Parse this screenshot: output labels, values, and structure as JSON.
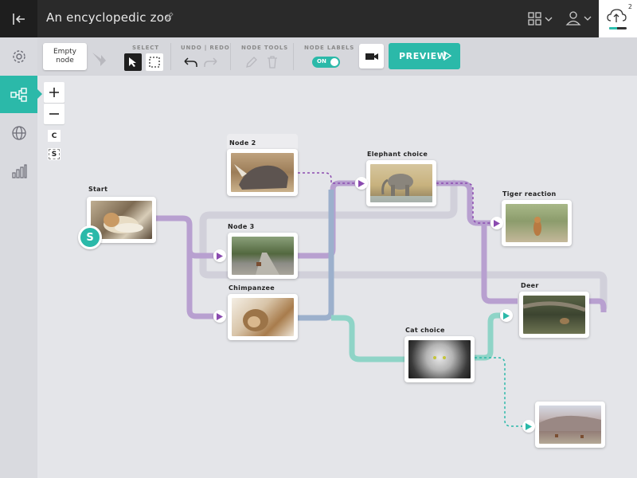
{
  "app": {
    "title": "An encyclopedic zoo",
    "upload_count": "2",
    "upload_progress": 0.45
  },
  "toolbar": {
    "empty_node_label": "Empty node",
    "select_label": "SELECT",
    "undo_redo_label": "UNDO | REDO",
    "node_tools_label": "NODE TOOLS",
    "node_labels_label": "NODE LABELS",
    "node_labels_toggle": "ON",
    "preview_label": "PREVIEW"
  },
  "zoom": {
    "reset_label": "C",
    "scale_label": "S"
  },
  "nodes": {
    "start": {
      "label": "Start",
      "badge": "S"
    },
    "node2": {
      "label": "Node 2"
    },
    "node3": {
      "label": "Node 3"
    },
    "chimpanzee": {
      "label": "Chimpanzee"
    },
    "elephant": {
      "label": "Elephant choice"
    },
    "tiger": {
      "label": "Tiger reaction"
    },
    "deer": {
      "label": "Deer"
    },
    "cat": {
      "label": "Cat choice"
    }
  },
  "colors": {
    "accent": "#2bb9a9",
    "purple": "#8b4bb0",
    "link_purple": "#b8a0d0",
    "link_teal": "#8fd4c7",
    "link_grey": "#d1d0da"
  }
}
